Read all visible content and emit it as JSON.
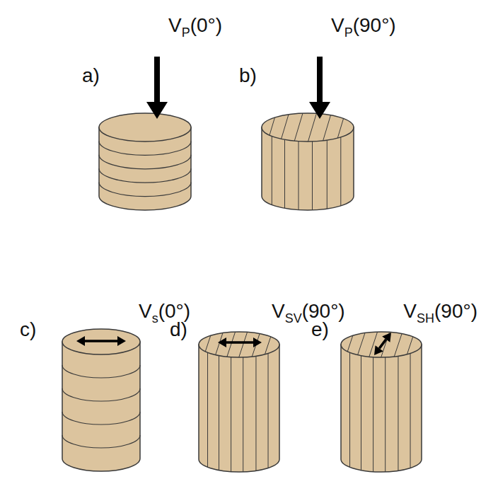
{
  "diagram": {
    "labels": [
      "VP(0°)",
      "VP(90°)",
      "a)",
      "b)",
      "Vs(0°)",
      "VSV(90°)",
      "VSH(90°)",
      "c)",
      "d)",
      "e)"
    ]
  }
}
